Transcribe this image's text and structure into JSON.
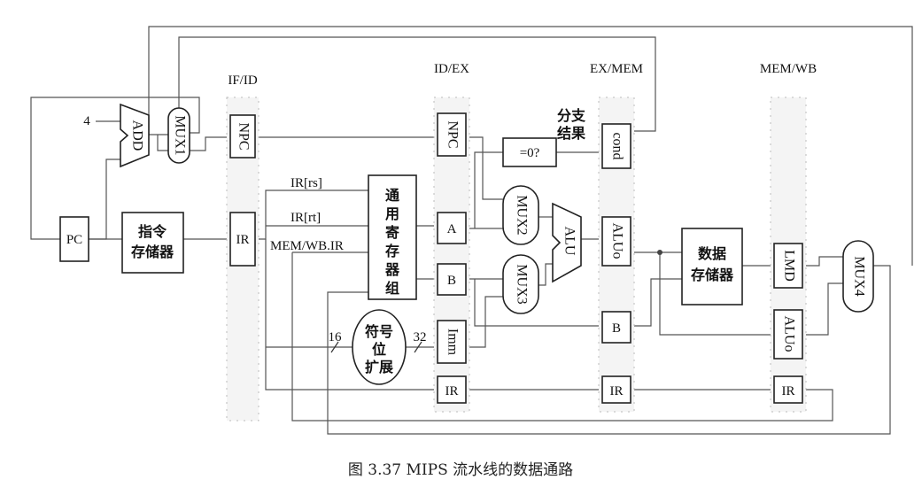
{
  "stage_labels": {
    "if_id": "IF/ID",
    "id_ex": "ID/EX",
    "ex_mem": "EX/MEM",
    "mem_wb": "MEM/WB"
  },
  "blocks": {
    "pc": "PC",
    "add": "ADD",
    "mux1": "MUX1",
    "mux2": "MUX2",
    "mux3": "MUX3",
    "mux4": "MUX4",
    "alu": "ALU",
    "zero_test": "=0?",
    "instr_mem_line1": "指令",
    "instr_mem_line2": "存储器",
    "regfile_chars": [
      "通",
      "用",
      "寄",
      "存",
      "器",
      "组"
    ],
    "sign_ext_line1": "符号",
    "sign_ext_line2": "位",
    "sign_ext_line3": "扩展",
    "data_mem_line1": "数据",
    "data_mem_line2": "存储器",
    "branch_line1": "分支",
    "branch_line2": "结果"
  },
  "registers": {
    "if_id": [
      "NPC",
      "IR"
    ],
    "id_ex": [
      "NPC",
      "A",
      "B",
      "Imm",
      "IR"
    ],
    "ex_mem": [
      "cond",
      "ALUo",
      "B",
      "IR"
    ],
    "mem_wb": [
      "LMD",
      "ALUo",
      "IR"
    ]
  },
  "signals": {
    "const4": "4",
    "ir_rs": "IR[rs]",
    "ir_rt": "IR[rt]",
    "memwb_ir": "MEM/WB.IR",
    "width16": "16",
    "width32": "32"
  },
  "caption": "图 3.37   MIPS 流水线的数据通路"
}
